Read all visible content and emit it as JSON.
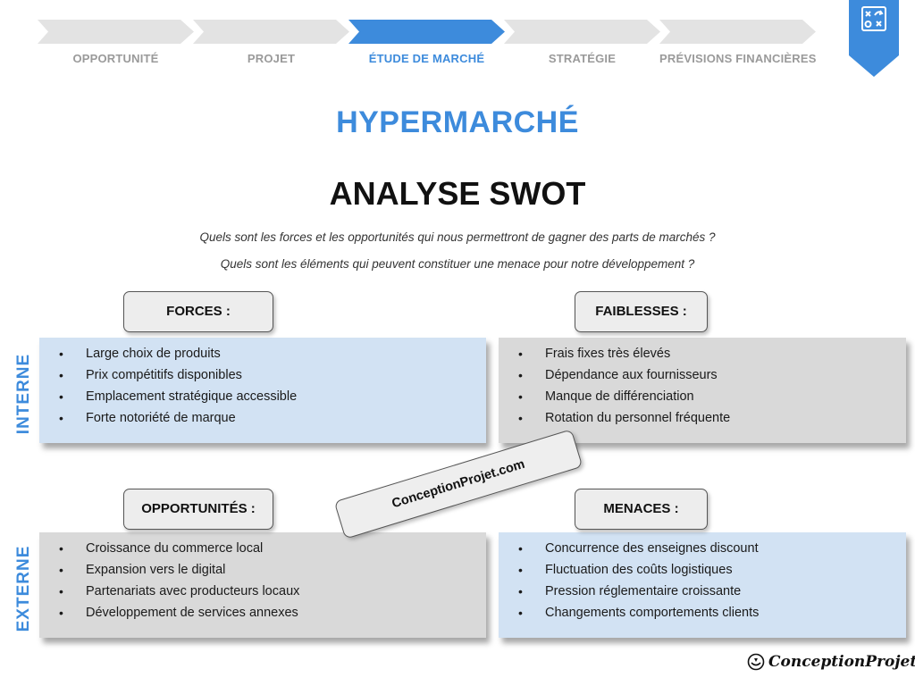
{
  "stepper": {
    "steps": [
      {
        "label": "OPPORTUNITÉ",
        "active": false
      },
      {
        "label": "PROJET",
        "active": false
      },
      {
        "label": "ÉTUDE DE MARCHÉ",
        "active": true
      },
      {
        "label": "STRATÉGIE",
        "active": false
      },
      {
        "label": "PRÉVISIONS FINANCIÈRES",
        "active": false
      }
    ],
    "active_color": "#3d8bdc",
    "inactive_color": "#e3e3e3"
  },
  "corner_badge": {
    "icon": "strategy-board-icon",
    "color": "#3d8bdc"
  },
  "title": "HYPERMARCHÉ",
  "subtitle": "ANALYSE SWOT",
  "questions": [
    "Quels sont les forces et les opportunités qui nous permettront de gagner des parts de marchés ?",
    "Quels sont les éléments qui peuvent constituer une menace pour notre développement ?"
  ],
  "side_labels": {
    "interne": "INTERNE",
    "externe": "EXTERNE"
  },
  "swot": {
    "forces": {
      "title": "FORCES :",
      "items": [
        "Large choix de produits",
        "Prix compétitifs disponibles",
        "Emplacement stratégique accessible",
        "Forte notoriété de marque"
      ]
    },
    "faiblesses": {
      "title": "FAIBLESSES :",
      "items": [
        "Frais fixes très élevés",
        "Dépendance aux fournisseurs",
        "Manque de différenciation",
        "Rotation du personnel fréquente"
      ]
    },
    "opportunites": {
      "title": "OPPORTUNITÉS :",
      "items": [
        "Croissance du commerce local",
        "Expansion vers le digital",
        "Partenariats avec producteurs locaux",
        "Développement de services annexes"
      ]
    },
    "menaces": {
      "title": "MENACES :",
      "items": [
        "Concurrence des enseignes discount",
        "Fluctuation des coûts logistiques",
        "Pression réglementaire croissante",
        "Changements comportements clients"
      ]
    }
  },
  "colors": {
    "blue_box": "#d2e2f3",
    "grey_box": "#d9d9d9",
    "accent": "#3d8bdc"
  },
  "watermark": "ConceptionProjet.com",
  "footer": {
    "logo_text": "ConceptionProjet",
    "icon": "conceptionprojet-logo-icon"
  }
}
